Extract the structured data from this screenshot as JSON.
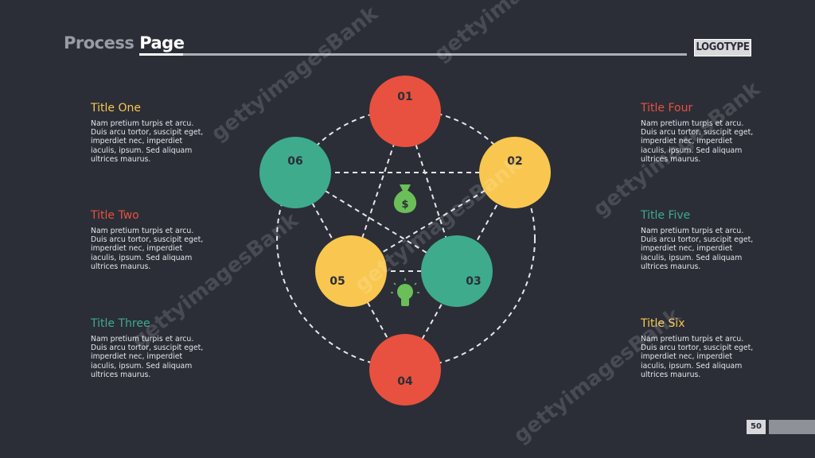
{
  "header": {
    "title_part1": "Process ",
    "title_part2": "Page",
    "logotype": "LOGOTYPE"
  },
  "colors": {
    "background": "#2b2e37",
    "red": "#e8513f",
    "yellow": "#f9c74f",
    "teal": "#3eab8d",
    "green_icon": "#6bbf59"
  },
  "nodes": [
    {
      "label": "01",
      "color": "red"
    },
    {
      "label": "02",
      "color": "yellow"
    },
    {
      "label": "03",
      "color": "teal"
    },
    {
      "label": "04",
      "color": "red"
    },
    {
      "label": "05",
      "color": "yellow"
    },
    {
      "label": "06",
      "color": "teal"
    }
  ],
  "icons": {
    "money": "money-bag-icon",
    "money_symbol": "$",
    "idea": "lightbulb-icon"
  },
  "blocks": [
    {
      "title": "Title One",
      "color": "#f9c74f",
      "lines": [
        "Nam pretium turpis et arcu.",
        "Duis arcu tortor, suscipit eget,",
        "imperdiet nec, imperdiet",
        "iaculis, ipsum. Sed aliquam",
        "ultrices maurus."
      ]
    },
    {
      "title": "Title Two",
      "color": "#e8513f",
      "lines": [
        "Nam pretium turpis et arcu.",
        "Duis arcu tortor, suscipit eget,",
        "imperdiet nec, imperdiet",
        "iaculis, ipsum. Sed aliquam",
        "ultrices maurus."
      ]
    },
    {
      "title": "Title Three",
      "color": "#3eab8d",
      "lines": [
        "Nam pretium turpis et arcu.",
        "Duis arcu tortor, suscipit eget,",
        "imperdiet nec, imperdiet",
        "iaculis, ipsum. Sed aliquam",
        "ultrices maurus."
      ]
    },
    {
      "title": "Title Four",
      "color": "#e8513f",
      "lines": [
        "Nam pretium turpis et arcu.",
        "Duis arcu tortor, suscipit eget,",
        "imperdiet nec, imperdiet",
        "iaculis, ipsum. Sed aliquam",
        "ultrices maurus."
      ]
    },
    {
      "title": "Title Five",
      "color": "#3eab8d",
      "lines": [
        "Nam pretium turpis et arcu.",
        "Duis arcu tortor, suscipit eget,",
        "imperdiet nec, imperdiet",
        "iaculis, ipsum. Sed aliquam",
        "ultrices maurus."
      ]
    },
    {
      "title": "Title Six",
      "color": "#f9c74f",
      "lines": [
        "Nam pretium turpis et arcu.",
        "Duis arcu tortor, suscipit eget,",
        "imperdiet nec, imperdiet",
        "iaculis, ipsum. Sed aliquam",
        "ultrices maurus."
      ]
    }
  ],
  "footer": {
    "page_number": "50"
  },
  "watermark": "gettyimagesBank"
}
